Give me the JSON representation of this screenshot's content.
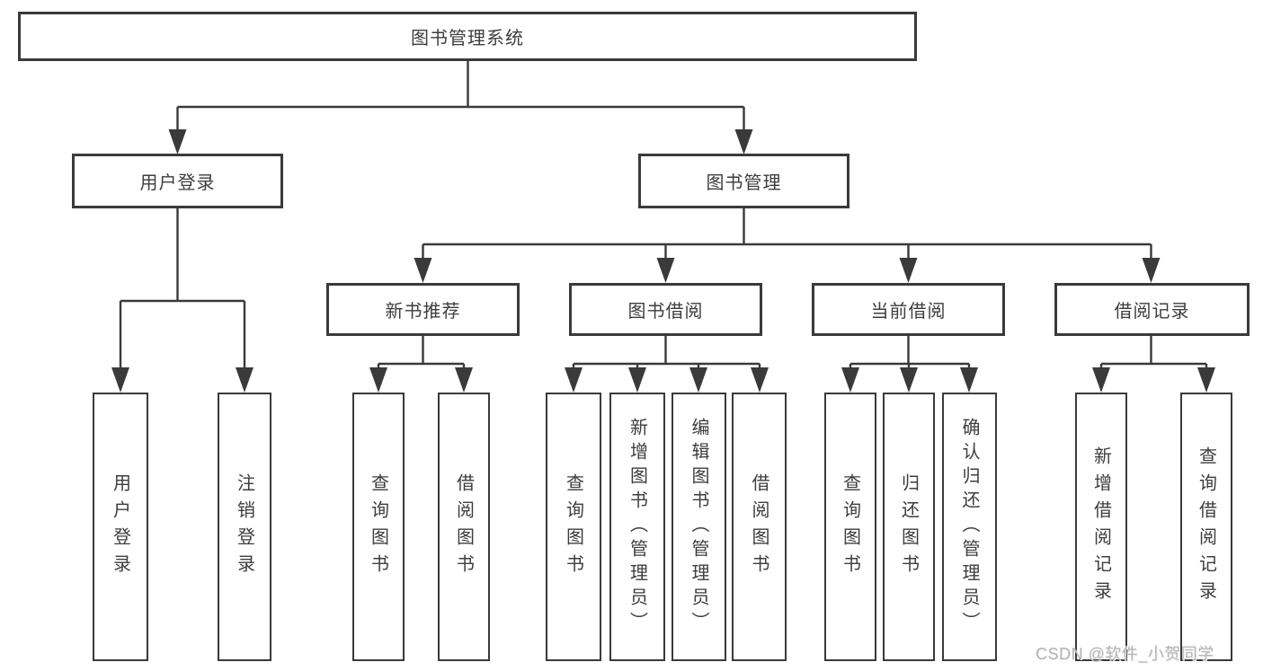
{
  "diagram": {
    "root": {
      "label": "图书管理系统"
    },
    "branches": [
      {
        "label": "用户登录",
        "children": [
          "用户登录",
          "注销登录"
        ]
      },
      {
        "label": "图书管理",
        "children": [
          {
            "label": "新书推荐",
            "children": [
              "查询图书",
              "借阅图书"
            ]
          },
          {
            "label": "图书借阅",
            "children": [
              "查询图书",
              "新增图书（管理员）",
              "编辑图书（管理员）",
              "借阅图书"
            ]
          },
          {
            "label": "当前借阅",
            "children": [
              "查询图书",
              "归还图书",
              "确认归还（管理员）"
            ]
          },
          {
            "label": "借阅记录",
            "children": [
              "新增借阅记录",
              "查询借阅记录"
            ]
          }
        ]
      }
    ]
  },
  "watermark": "CSDN @软件_小贺同学",
  "colors": {
    "line": "#3a3a3a",
    "box_border": "#3a3a3a",
    "text": "#3d3d3d",
    "watermark": "#b5b5b5",
    "background": "#ffffff"
  }
}
